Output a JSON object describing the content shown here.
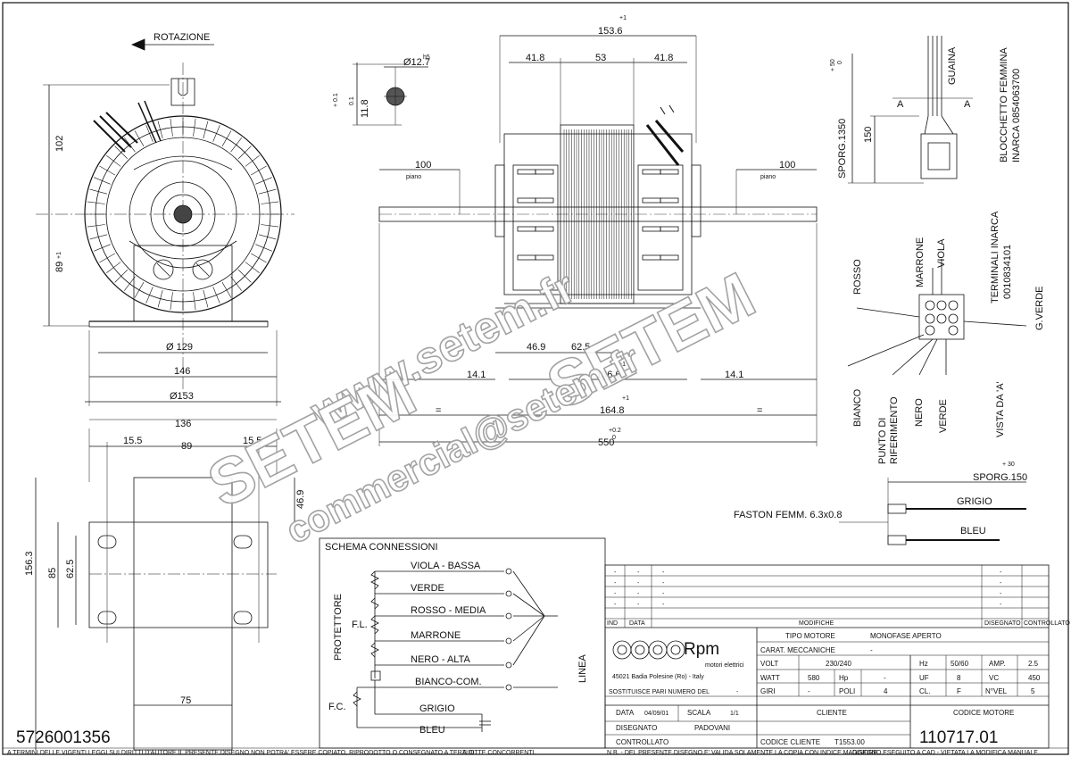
{
  "front_view": {
    "rotation_label": "ROTAZIONE",
    "dim_102": "102",
    "dim_89": "89",
    "dim_89_tol": "+1",
    "dim_d129": "Ø 129",
    "dim_146": "146",
    "dim_d153": "Ø153"
  },
  "shaft_detail": {
    "dim_d12_7": "Ø12.7",
    "tol_h5": "h5",
    "dim_11_8": "11.8",
    "tol_a": "+ 0.1",
    "tol_b": "0.1"
  },
  "side_view": {
    "dim_153_6": "153.6",
    "tol_153_6": "+1",
    "dim_41_8_left": "41.8",
    "dim_53": "53",
    "dim_41_8_right": "41.8",
    "dim_100_left": "100",
    "piano_left": "piano",
    "dim_100_right": "100",
    "piano_right": "piano",
    "dim_46_9": "46.9",
    "dim_62_5": "62.5",
    "dim_136_6": "136.6",
    "tol_136_6": "+1",
    "dim_14_1_left": "14.1",
    "dim_14_1_right": "14.1",
    "eq_left": "=",
    "eq_right": "=",
    "dim_164_8": "164.8",
    "tol_164_8": "+1",
    "dim_550": "550",
    "tol_550_a": "+0.2",
    "tol_550_b": "0"
  },
  "wiring_view": {
    "guaina": "GUAINA",
    "sporg_1350": "SPORG.1350",
    "sporg_1350_tol_a": "+ 50",
    "sporg_1350_tol_b": "0",
    "dim_150": "150",
    "section_a1": "A",
    "section_a2": "A",
    "blocchetto_1": "BLOCCHETTO FEMMINA",
    "blocchetto_2": "INARCA 0854063700",
    "marrone": "MARRONE",
    "viola": "VIOLA",
    "rosso": "ROSSO",
    "terminali_1": "TERMINALI INARCA",
    "terminali_2": "0010834101",
    "g_verde": "G.VERDE",
    "bianco": "BIANCO",
    "punto_1": "PUNTO DI",
    "punto_2": "RIFERIMENTO",
    "nero": "NERO",
    "verde": "VERDE",
    "vista": "VISTA DA 'A'"
  },
  "bottom_view": {
    "dim_136": "136",
    "dim_15_5_left": "15.5",
    "dim_89": "89",
    "dim_15_5_right": "15.5",
    "dim_156_3": "156.3",
    "dim_85": "85",
    "dim_62_5": "62.5",
    "dim_46_9": "46.9",
    "dim_75": "75"
  },
  "faston": {
    "sporg_150": "SPORG.150",
    "sporg_150_tol": "+ 30",
    "label": "FASTON FEMM. 6.3x0.8",
    "grigio": "GRIGIO",
    "bleu": "BLEU"
  },
  "schema": {
    "title": "SCHEMA CONNESSIONI",
    "labels": [
      "VIOLA - BASSA",
      "VERDE",
      "ROSSO - MEDIA",
      "MARRONE",
      "NERO - ALTA",
      "BIANCO-COM.",
      "GRIGIO",
      "BLEU"
    ],
    "protettore": "PROTETTORE",
    "fl": "F.L.",
    "fc": "F.C.",
    "linea": "LINEA"
  },
  "title_block": {
    "rev_rows": [
      [
        "-",
        "-",
        "-",
        "-"
      ],
      [
        "-",
        "-",
        "-",
        "-"
      ],
      [
        "-",
        "-",
        "-",
        "-"
      ],
      [
        "-",
        "-",
        "-",
        "-"
      ]
    ],
    "rev_headers": [
      "IND",
      "DATA",
      "MODIFICHE",
      "DISEGNATO",
      "CONTROLLATO"
    ],
    "company": "Rpm",
    "company_sub": "motori elettrici",
    "company_addr": "45021 Badia Polesine (Ro) - Italy",
    "tipo_motore_label": "TIPO MOTORE",
    "tipo_motore_value": "MONOFASE APERTO",
    "carat_label": "CARAT. MECCANICHE",
    "carat_value": "-",
    "volt_label": "VOLT",
    "volt_value": "230/240",
    "hz_label": "Hz",
    "hz_value": "50/60",
    "amp_label": "AMP.",
    "amp_value": "2.5",
    "watt_label": "WATT",
    "watt_value": "580",
    "hp_label": "Hp",
    "hp_value": "-",
    "uf_label": "UF",
    "uf_value": "8",
    "vc_label": "VC",
    "vc_value": "450",
    "giri_label": "GIRI",
    "giri_value": "-",
    "poli_label": "POLI",
    "poli_value": "4",
    "cl_label": "CL.",
    "cl_value": "F",
    "nvel_label": "N°VEL",
    "nvel_value": "5",
    "sostituisce_label": "SOSTITUISCE PARI NUMERO DEL",
    "sostituisce_value": "-",
    "data_label": "DATA",
    "data_value": "04/09/01",
    "scala_label": "SCALA",
    "scala_value": "1/1",
    "cliente_label": "CLIENTE",
    "codice_motore_label": "CODICE MOTORE",
    "disegnato_label": "DISEGNATO",
    "disegnato_value": "PADOVANI",
    "controllato_label": "CONTROLLATO",
    "codice_cliente_label": "CODICE CLIENTE",
    "codice_cliente_value": "T1553.00",
    "codice_motore_value": "110717.01"
  },
  "part_number": "5726001356",
  "footer": {
    "left": "A TERMINI DELLE VIGENTI LEGGI SUI DIRITTI D'AUTORE IL PRESENTE DISEGNO NON POTRA' ESSERE COPIATO, RIPRODOTTO O CONSEGNATO A TERZI O",
    "mid": "A DITTE CONCORRENTI.",
    "right1": "N.B. - DEL PRESENTE DISEGNO E' VALIDA SOLAMENTE LA COPIA CON INDICE MAGGIORE.",
    "right2": "DISEGNO ESEGUITO A CAD - VIETATA LA MODIFICA MANUALE"
  },
  "watermarks": {
    "wm1": "www.setem.fr",
    "wm2": "SETEM",
    "wm3": "SETEM",
    "wm4": "commercial@setem.fr"
  }
}
